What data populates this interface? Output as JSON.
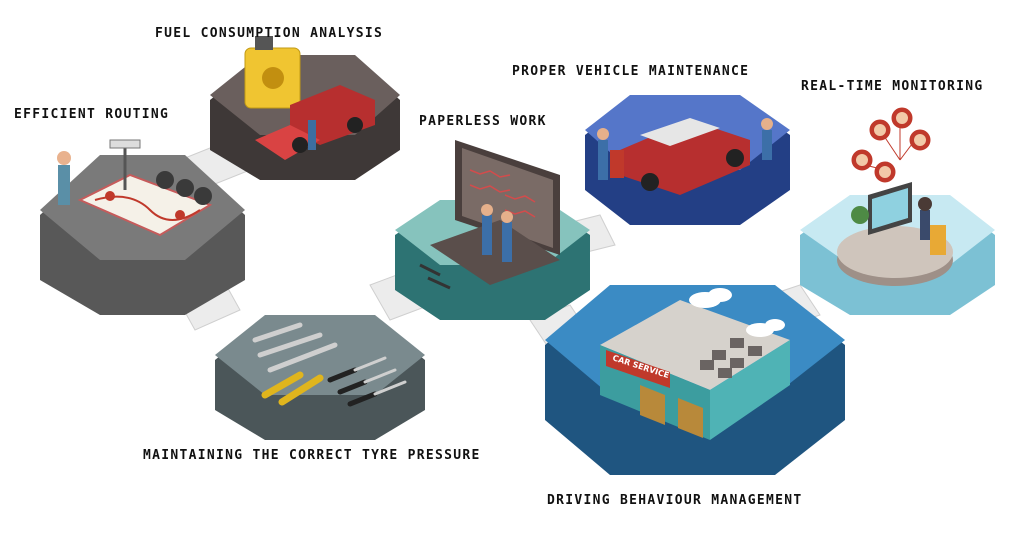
{
  "labels": {
    "fuel": "FUEL CONSUMPTION ANALYSIS",
    "routing": "EFFICIENT ROUTING",
    "paperless": "PAPERLESS WORK",
    "maintenance": "PROPER VEHICLE MAINTENANCE",
    "monitoring": "REAL-TIME MONITORING",
    "tyre": "MAINTAINING THE CORRECT TYRE PRESSURE",
    "driving": "DRIVING BEHAVIOUR MANAGEMENT"
  },
  "signs": {
    "car_service": "CAR SERVICE"
  },
  "colors": {
    "fuel_platform": "#5d5352",
    "routing_platform": "#6f6f6f",
    "paperless_platform": "#7fbdb6",
    "maintenance_platform": "#3f5fb0",
    "monitoring_platform": "#a9dbe8",
    "tyre_platform": "#6e7e82",
    "driving_platform": "#2f73a6",
    "stairs": "#e8e8e8"
  }
}
